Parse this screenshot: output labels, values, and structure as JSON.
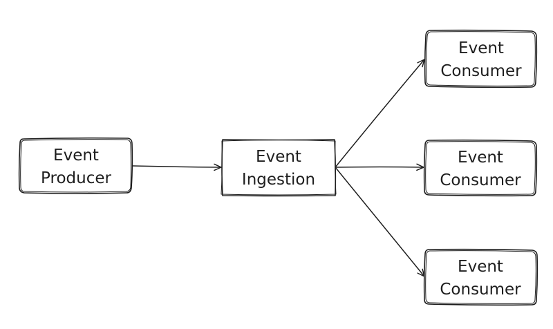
{
  "diagram": {
    "nodes": {
      "producer": {
        "line1": "Event",
        "line2": "Producer"
      },
      "ingestion": {
        "line1": "Event",
        "line2": "Ingestion"
      },
      "consumer_1": {
        "line1": "Event",
        "line2": "Consumer"
      },
      "consumer_2": {
        "line1": "Event",
        "line2": "Consumer"
      },
      "consumer_3": {
        "line1": "Event",
        "line2": "Consumer"
      }
    },
    "edges": [
      {
        "from": "producer",
        "to": "ingestion"
      },
      {
        "from": "ingestion",
        "to": "consumer_1"
      },
      {
        "from": "ingestion",
        "to": "consumer_2"
      },
      {
        "from": "ingestion",
        "to": "consumer_3"
      }
    ],
    "colors": {
      "stroke": "#1e1e1e",
      "background": "#ffffff"
    }
  }
}
